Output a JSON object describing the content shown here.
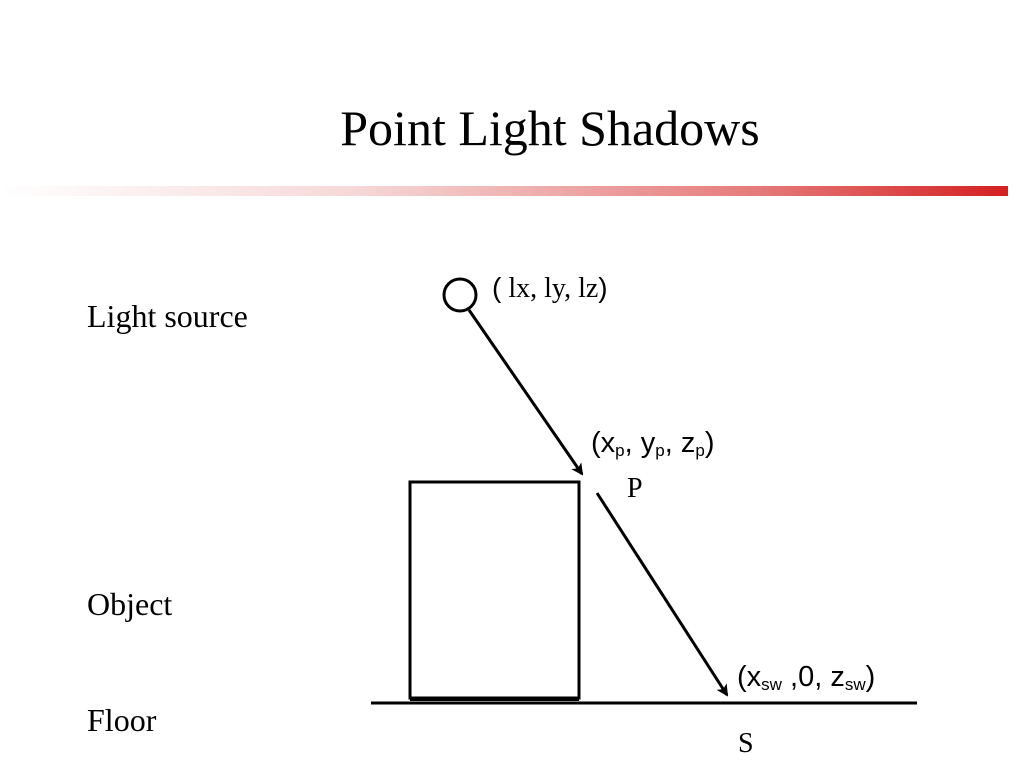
{
  "slide": {
    "title": "Point Light Shadows",
    "colors": {
      "accent": "#d42020",
      "ink": "#000000",
      "background": "#ffffff"
    }
  },
  "labels": {
    "light_source": "Light source",
    "object": "Object",
    "floor": "Floor"
  },
  "coordinates": {
    "light": {
      "open": "(",
      "body": " lx, ly, lz",
      "close": ")"
    },
    "p": {
      "open": "(",
      "x": "x",
      "x_sub": "p",
      "sep1": ", ",
      "y": "y",
      "y_sub": "p",
      "sep2": ", ",
      "z": "z",
      "z_sub": "p",
      "close": ")"
    },
    "s": {
      "open": "(",
      "x": "x",
      "x_sub": "sw",
      "mid": " ,0, ",
      "z": "z",
      "z_sub": "sw",
      "close": ")"
    }
  },
  "points": {
    "p": "P",
    "s": "S"
  }
}
